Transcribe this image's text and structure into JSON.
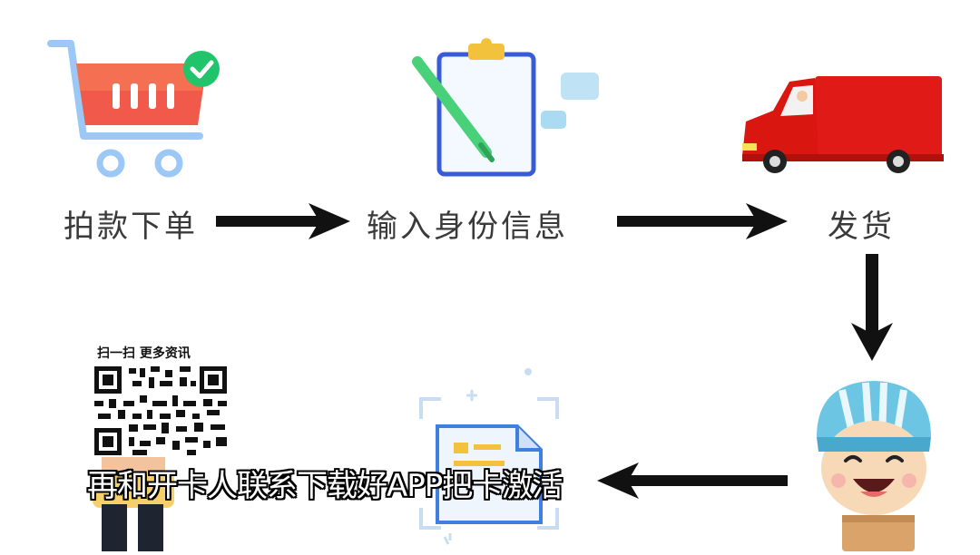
{
  "steps": {
    "order": {
      "label": "拍款下单",
      "icon": "shopping-cart-icon"
    },
    "info": {
      "label": "输入身份信息",
      "icon": "clipboard-pen-icon"
    },
    "ship": {
      "label": "发货",
      "icon": "delivery-truck-icon"
    },
    "courier": {
      "icon": "courier-icon"
    },
    "activate": {
      "icon": "card-document-icon"
    }
  },
  "qr": {
    "caption": "扫一扫 更多资讯",
    "icon": "qr-code-icon"
  },
  "subtitle": "再和开卡人联系下载好APP把卡激活",
  "colors": {
    "arrow": "#111111",
    "truck": "#e01a16",
    "cart": "#f04848",
    "check": "#22c46b",
    "clipboard": "#3a5bd6",
    "helmet": "#6cc6e3"
  }
}
